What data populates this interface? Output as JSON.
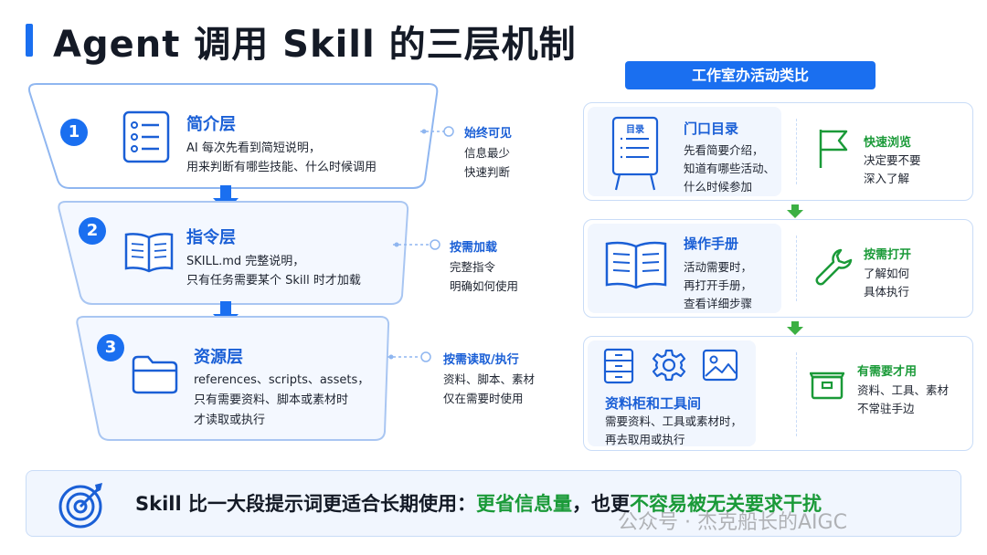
{
  "title": "Agent 调用 Skill 的三层机制",
  "layers": [
    {
      "num": "1",
      "title": "简介层",
      "desc": [
        "AI 每次先看到简短说明，",
        "用来判断有哪些技能、什么时候调用"
      ],
      "side_title": "始终可见",
      "side_desc": [
        "信息最少",
        "快速判断"
      ],
      "icon": "list-icon"
    },
    {
      "num": "2",
      "title": "指令层",
      "desc": [
        "SKILL.md 完整说明，",
        "只有任务需要某个 Skill 时才加载"
      ],
      "side_title": "按需加载",
      "side_desc": [
        "完整指令",
        "明确如何使用"
      ],
      "icon": "book-icon"
    },
    {
      "num": "3",
      "title": "资源层",
      "desc": [
        "references、scripts、assets，",
        "只有需要资料、脚本或素材时",
        "才读取或执行"
      ],
      "side_title": "按需读取/执行",
      "side_desc": [
        "资料、脚本、素材",
        "仅在需要时使用"
      ],
      "icon": "folder-icon"
    }
  ],
  "analogy": {
    "header": "工作室办活动类比",
    "cards": [
      {
        "icon_label": "目录",
        "title": "门口目录",
        "desc": [
          "先看简要介绍，",
          "知道有哪些活动、",
          "什么时候参加"
        ],
        "green_title": "快速浏览",
        "green_desc": [
          "决定要不要",
          "深入了解"
        ]
      },
      {
        "title": "操作手册",
        "desc": [
          "活动需要时，",
          "再打开手册，",
          "查看详细步骤"
        ],
        "green_title": "按需打开",
        "green_desc": [
          "了解如何",
          "具体执行"
        ]
      },
      {
        "title": "资料柜和工具间",
        "desc": [
          "需要资料、工具或素材时，",
          "再去取用或执行"
        ],
        "green_title": "有需要才用",
        "green_desc": [
          "资料、工具、素材",
          "不常驻手边"
        ]
      }
    ]
  },
  "banner": {
    "prefix": "Skill 比一大段提示词更适合长期使用：",
    "highlight1": "更省信息量",
    "middle": "，也更",
    "highlight2": "不容易被无关要求干扰"
  },
  "watermark": "公众号 · 杰克船长的AIGC",
  "colors": {
    "accent": "#1a6ff0",
    "green": "#1a9a38",
    "panel": "#f1f6fe",
    "border": "#c9dcf7"
  }
}
